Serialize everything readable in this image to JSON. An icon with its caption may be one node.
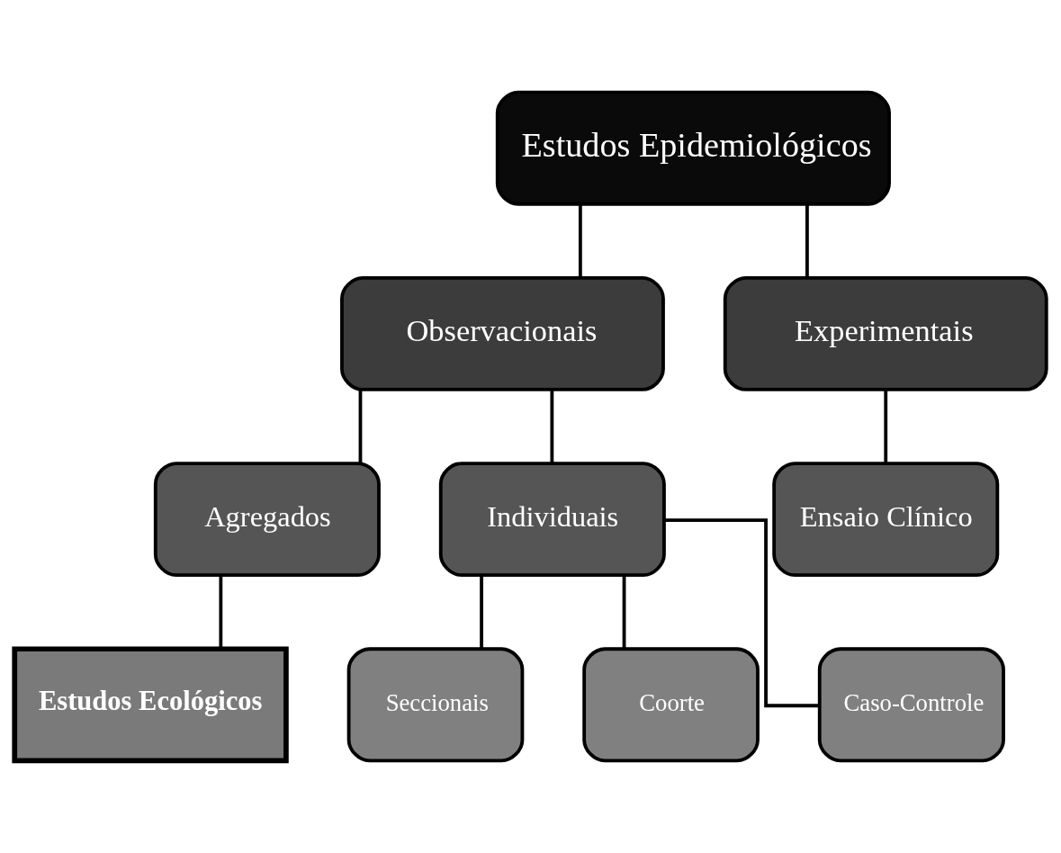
{
  "diagram": {
    "nodes": [
      {
        "text": [
          "Estudos Epidemiológicos"
        ]
      },
      {
        "text": [
          "Observacionais"
        ]
      },
      {
        "text": [
          "Experimentais"
        ]
      },
      {
        "text": [
          "Agregados"
        ]
      },
      {
        "text": [
          "Individuais"
        ]
      },
      {
        "text": [
          "Ensaio Clínico"
        ]
      },
      {
        "text": [
          "Estudos Ecológicos"
        ]
      },
      {
        "text": [
          "Seccionais"
        ]
      },
      {
        "text": [
          "Coorte"
        ]
      },
      {
        "text": [
          "Caso-Controle"
        ]
      }
    ],
    "edges": [
      {
        "from": 0,
        "to": 1,
        "arrow": "none"
      },
      {
        "from": 0,
        "to": 2,
        "arrow": "none"
      },
      {
        "from": 1,
        "to": 3,
        "arrow": "none"
      },
      {
        "from": 1,
        "to": 4,
        "arrow": "none"
      },
      {
        "from": 2,
        "to": 5,
        "arrow": "none"
      },
      {
        "from": 3,
        "to": 6,
        "arrow": "none"
      },
      {
        "from": 4,
        "to": 7,
        "arrow": "none"
      },
      {
        "from": 4,
        "to": 8,
        "arrow": "none"
      },
      {
        "from": 4,
        "to": 9,
        "arrow": "none"
      }
    ]
  }
}
